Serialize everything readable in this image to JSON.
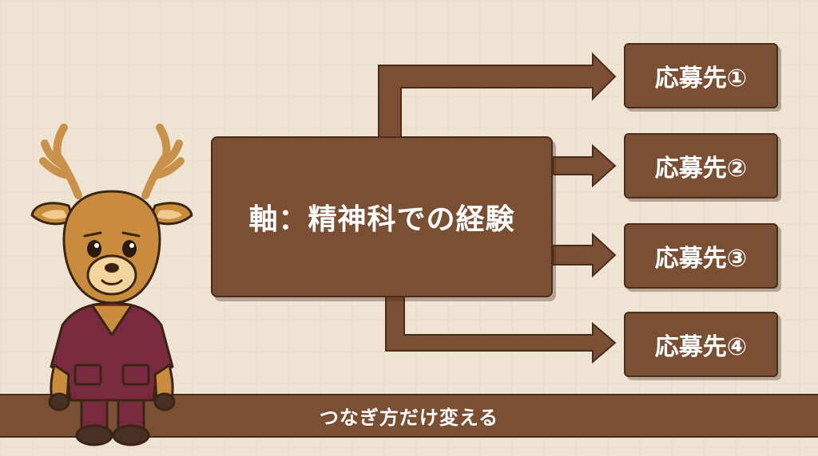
{
  "diagram": {
    "main_label": "軸：精神科での経験",
    "targets": [
      {
        "label": "応募先①"
      },
      {
        "label": "応募先②"
      },
      {
        "label": "応募先③"
      },
      {
        "label": "応募先④"
      }
    ],
    "footer_label": "つなぎ方だけ変える"
  },
  "colors": {
    "background": "#efe4d4",
    "box_fill": "#7a4f33",
    "box_border": "#4b2c1a",
    "text": "#ffffff"
  },
  "illustration": {
    "icon": "deer-mascot-in-scrubs"
  }
}
